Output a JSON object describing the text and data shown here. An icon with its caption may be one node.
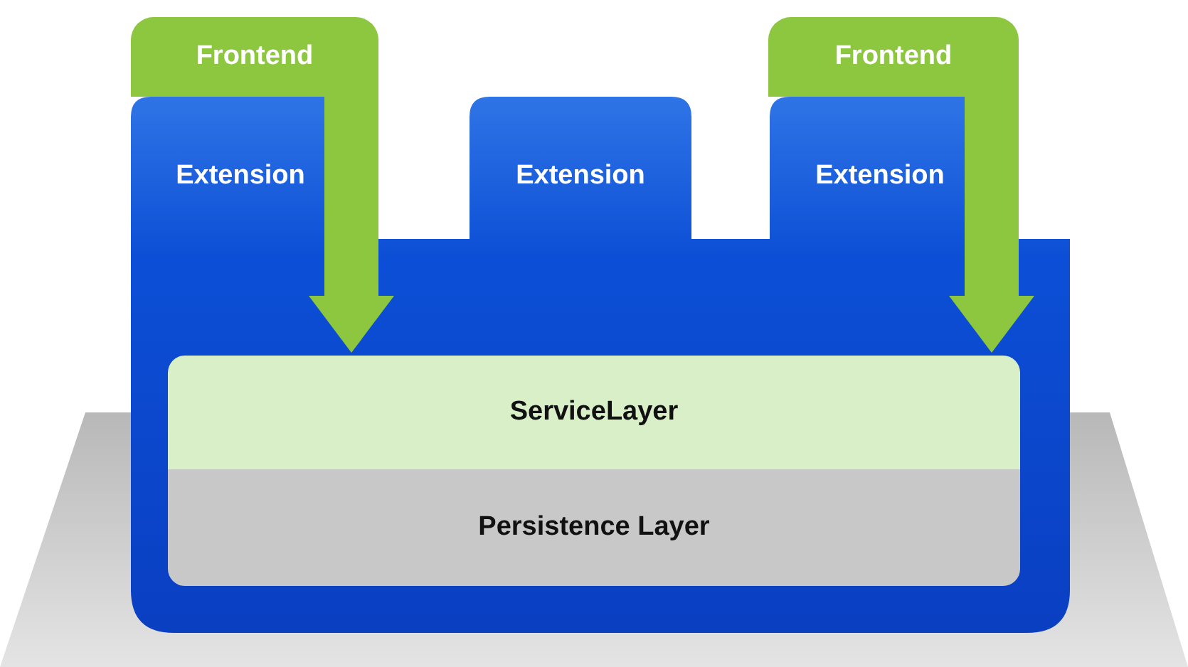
{
  "diagram": {
    "nodes": [
      {
        "text": [
          "Frontend"
        ]
      },
      {
        "text": [
          "Frontend"
        ]
      },
      {
        "text": [],
        "shape": "box"
      },
      {
        "text": [
          "Extension"
        ],
        "in": 2
      },
      {
        "text": [
          "Extension"
        ],
        "in": 2
      },
      {
        "text": [
          "Extension"
        ],
        "in": 2
      },
      {
        "text": [
          "ServiceLayer"
        ],
        "in": 2
      },
      {
        "text": [
          "Persistence Layer"
        ],
        "in": 2
      }
    ],
    "edges": [
      {
        "from": 0,
        "to": 6,
        "arrow": "to"
      },
      {
        "from": 1,
        "to": 6,
        "arrow": "to"
      }
    ]
  }
}
